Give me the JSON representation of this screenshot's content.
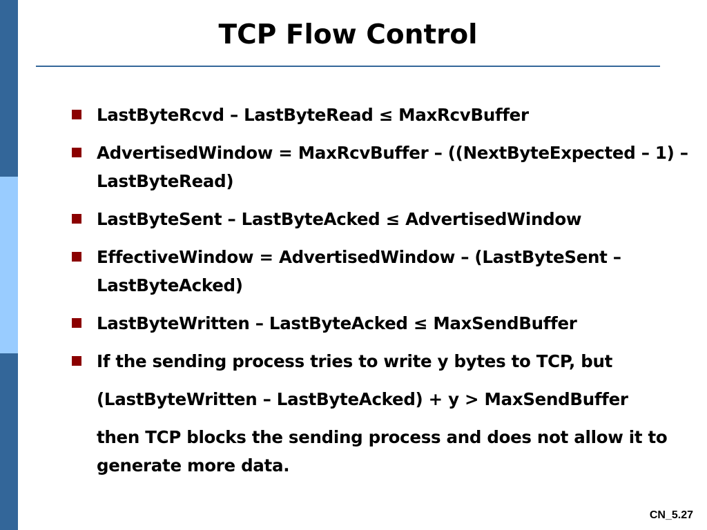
{
  "slide": {
    "title": "TCP Flow Control",
    "number": "CN_5.27"
  },
  "bullets": [
    {
      "paragraphs": [
        "LastByteRcvd – LastByteRead ≤ MaxRcvBuffer"
      ]
    },
    {
      "paragraphs": [
        "AdvertisedWindow = MaxRcvBuffer – ((NextByteExpected – 1) – LastByteRead)"
      ]
    },
    {
      "paragraphs": [
        "LastByteSent – LastByteAcked ≤ AdvertisedWindow"
      ]
    },
    {
      "paragraphs": [
        "EffectiveWindow = AdvertisedWindow – (LastByteSent – LastByteAcked)"
      ]
    },
    {
      "paragraphs": [
        "LastByteWritten – LastByteAcked ≤ MaxSendBuffer"
      ]
    },
    {
      "paragraphs": [
        "If the sending process tries to write y bytes to TCP, but",
        "(LastByteWritten – LastByteAcked) + y > MaxSendBuffer",
        "then TCP blocks the sending process and does not allow it to generate more data."
      ]
    }
  ],
  "colors": {
    "sidebar_dark": "#336699",
    "sidebar_light": "#99ccff",
    "bullet_marker": "#8b0000",
    "title_rule": "#336699"
  }
}
